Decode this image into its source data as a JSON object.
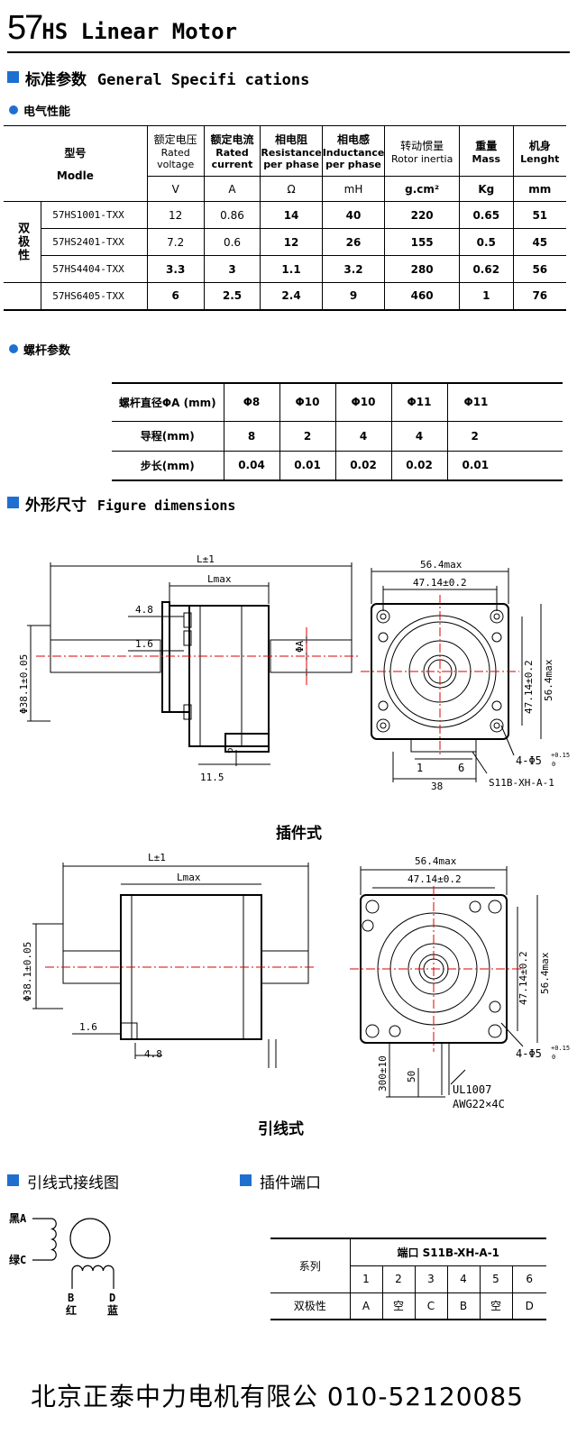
{
  "title": {
    "prefix": "57",
    "rest": "HS Linear Motor"
  },
  "sec_general": {
    "cn": "标准参数",
    "en": "General Specifi cations"
  },
  "sec_electrical": "电气性能",
  "spec_table": {
    "model_cn": "型号",
    "model_en": "Modle",
    "columns": [
      {
        "cn": "额定电压",
        "en": "Rated voltage",
        "unit": "V"
      },
      {
        "cn": "额定电流",
        "en": "Rated current",
        "unit": "A"
      },
      {
        "cn": "相电阻",
        "en": "Resistance per phase",
        "unit": "Ω"
      },
      {
        "cn": "相电感",
        "en": "Inductance per phase",
        "unit": "mH"
      },
      {
        "cn": "转动惯量",
        "en": "Rotor inertia",
        "unit": "g.cm²"
      },
      {
        "cn": "重量",
        "en": "Mass",
        "unit": "Kg"
      },
      {
        "cn": "机身",
        "en": "Lenght",
        "unit": "mm"
      }
    ],
    "group_label": "双极性",
    "rows": [
      {
        "model": "57HS1001-TXX",
        "v": "12",
        "a": "0.86",
        "r": "14",
        "l": "40",
        "j": "220",
        "m": "0.65",
        "len": "51"
      },
      {
        "model": "57HS2401-TXX",
        "v": "7.2",
        "a": "0.6",
        "r": "12",
        "l": "26",
        "j": "155",
        "m": "0.5",
        "len": "45"
      },
      {
        "model": "57HS4404-TXX",
        "v": "3.3",
        "a": "3",
        "r": "1.1",
        "l": "3.2",
        "j": "280",
        "m": "0.62",
        "len": "56"
      },
      {
        "model": "57HS6405-TXX",
        "v": "6",
        "a": "2.5",
        "r": "2.4",
        "l": "9",
        "j": "460",
        "m": "1",
        "len": "76"
      }
    ]
  },
  "sec_screw": "螺杆参数",
  "screw_table": {
    "rows": [
      {
        "label": "螺杆直径ΦA (mm)",
        "values": [
          "Φ8",
          "Φ10",
          "Φ10",
          "Φ11",
          "Φ11"
        ]
      },
      {
        "label": "导程(mm)",
        "values": [
          "8",
          "2",
          "4",
          "4",
          "2"
        ]
      },
      {
        "label": "步长(mm)",
        "values": [
          "0.04",
          "0.01",
          "0.02",
          "0.02",
          "0.01"
        ]
      }
    ]
  },
  "sec_figure": {
    "cn": "外形尺寸",
    "en": "Figure dimensions"
  },
  "drawing1": {
    "caption": "插件式",
    "L": "L±1",
    "Lmax": "Lmax",
    "d48": "4.8",
    "d16": "1.6",
    "phiA": "ΦA",
    "dia": "Φ38.1±0.05",
    "d6": "6",
    "d115": "11.5",
    "w564": "56.4max",
    "w4714": "47.14±0.2",
    "h4714": "47.14±0.2",
    "h564": "56.4max",
    "holes": "4-Φ5",
    "tol": "+0.15",
    "tol0": "0",
    "pin1": "1",
    "pin6": "6",
    "d38": "38",
    "conn": "S11B-XH-A-1"
  },
  "drawing2": {
    "caption": "引线式",
    "L": "L±1",
    "Lmax": "Lmax",
    "dia": "Φ38.1±0.05",
    "d16": "1.6",
    "d48": "4.8",
    "w564": "56.4max",
    "w4714": "47.14±0.2",
    "h4714": "47.14±0.2",
    "h564": "56.4max",
    "holes": "4-Φ5",
    "tol": "+0.15",
    "tol0": "0",
    "lead300": "300±10",
    "lead50": "50",
    "wire1": "UL1007",
    "wire2": "AWG22×4C"
  },
  "sec_wiring": "引线式接线图",
  "sec_port": "插件端口",
  "wiring": {
    "a": "黑A",
    "c": "绿C",
    "b": "B",
    "b_cn": "红",
    "d": "D",
    "d_cn": "蓝"
  },
  "port_table": {
    "series": "系列",
    "port": "端口 S11B-XH-A-1",
    "pins": [
      "1",
      "2",
      "3",
      "4",
      "5",
      "6"
    ],
    "row_label": "双极性",
    "assign": [
      "A",
      "空",
      "C",
      "B",
      "空",
      "D"
    ]
  },
  "footer": "北京正泰中力电机有限公 010-52120085"
}
